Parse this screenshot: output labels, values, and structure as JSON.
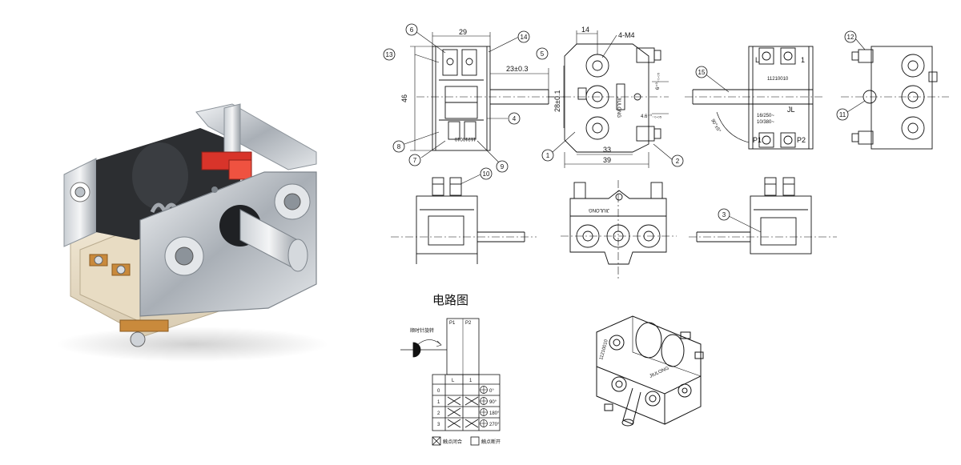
{
  "photo": {
    "icon": "rotary-switch-photo"
  },
  "front_view": {
    "dims": {
      "width": "29",
      "height": "46",
      "shaft": "23±0.3"
    },
    "code": "11210010",
    "balloons": [
      "6",
      "14",
      "13",
      "5",
      "4",
      "8",
      "7",
      "9",
      "10"
    ]
  },
  "side_view": {
    "dims": {
      "top": "14",
      "holes": "4-M4",
      "offset": "28±0.1",
      "tol1": "6⁺⁰₋₀.₀₅",
      "tol2": "4.6⁺⁰₋₀.₀₅",
      "mid": "33",
      "full": "39"
    },
    "brand": "JIULONG",
    "balloons": [
      "1",
      "2"
    ]
  },
  "rear_view": {
    "terminals": {
      "l": "L",
      "one": "1",
      "p1": "P1",
      "p2": "P2"
    },
    "code": "11210010",
    "rating1": "16/250~",
    "rating2": "10/380~",
    "mark": "JL",
    "angle": "90°±5°",
    "balloons": [
      "15"
    ]
  },
  "right_view": {
    "balloons": [
      "12",
      "11"
    ]
  },
  "lower_views": {
    "brand": "JIULONG",
    "balloons": [
      "3"
    ]
  },
  "circuit": {
    "title": "电路图",
    "rotate_label": "顺时针旋转",
    "top_labels": [
      "P1",
      "P2"
    ],
    "col_labels": [
      "L",
      "1"
    ],
    "rows": [
      {
        "pos": "0",
        "c1": "",
        "c2": "",
        "angle": "0°"
      },
      {
        "pos": "1",
        "c1": "X",
        "c2": "X",
        "angle": "90°"
      },
      {
        "pos": "2",
        "c1": "X",
        "c2": "",
        "angle": "180°"
      },
      {
        "pos": "3",
        "c1": "X",
        "c2": "X",
        "angle": "270°"
      }
    ],
    "legend_closed": "触点闭合",
    "legend_open": "触点断开"
  },
  "iso_view": {
    "code": "11210010",
    "brand": "JIULONG"
  }
}
